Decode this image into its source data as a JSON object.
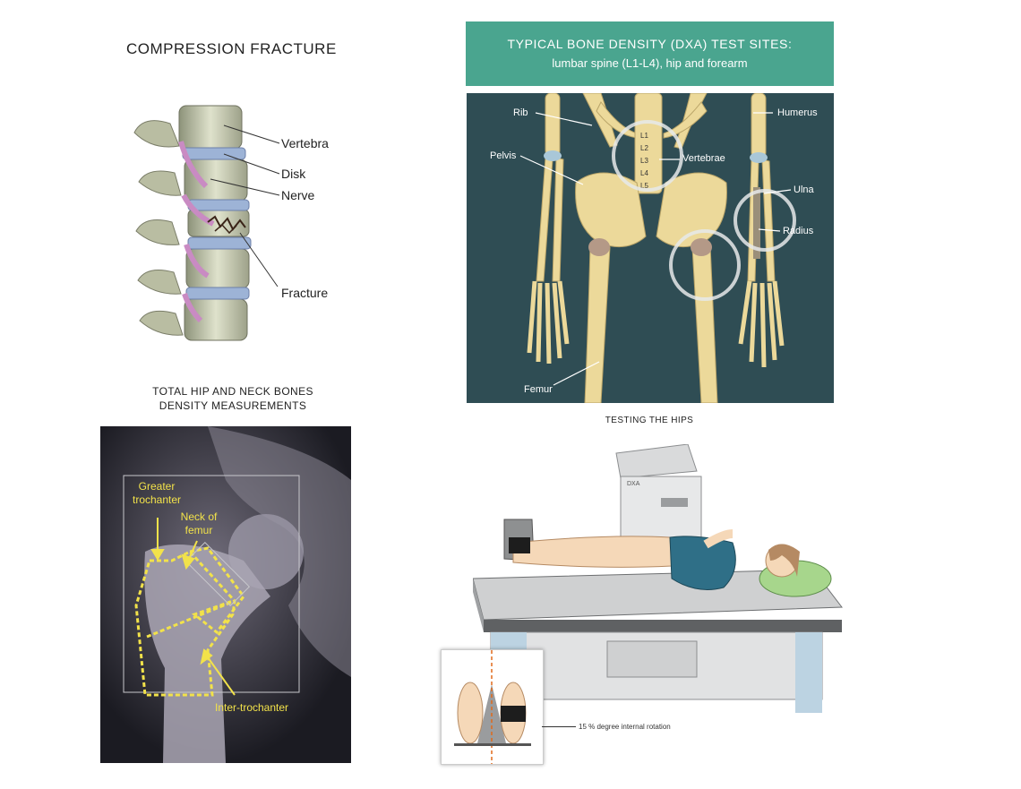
{
  "compression": {
    "title": "COMPRESSION FRACTURE",
    "labels": {
      "vertebra": "Vertebra",
      "disk": "Disk",
      "nerve": "Nerve",
      "fracture": "Fracture"
    }
  },
  "dxa_sites": {
    "title_line1": "TYPICAL BONE DENSITY (DXA) TEST SITES:",
    "title_line2": "lumbar spine (L1-L4), hip and forearm",
    "labels": {
      "rib": "Rib",
      "humerus": "Humerus",
      "pelvis": "Pelvis",
      "vertebrae": "Vertebrae",
      "ulna": "Ulna",
      "radius": "Radius",
      "femur": "Femur"
    },
    "lumbar": [
      "L1",
      "L2",
      "L3",
      "L4",
      "L5"
    ],
    "colors": {
      "banner": "#4aa58f",
      "background": "#2f4d54",
      "bone": "#ecd99a"
    }
  },
  "hip": {
    "title_line1": "TOTAL HIP AND NECK BONES",
    "title_line2": "DENSITY MEASUREMENTS",
    "labels": {
      "greater_trochanter_1": "Greater",
      "greater_trochanter_2": "trochanter",
      "neck_1": "Neck of",
      "neck_2": "femur",
      "inter": "Inter-trochanter"
    },
    "colors": {
      "outline": "#f2e24a"
    }
  },
  "testing": {
    "title": "TESTING THE HIPS",
    "machine_label": "DXA",
    "rotation_label": "15 % degree internal rotation"
  }
}
